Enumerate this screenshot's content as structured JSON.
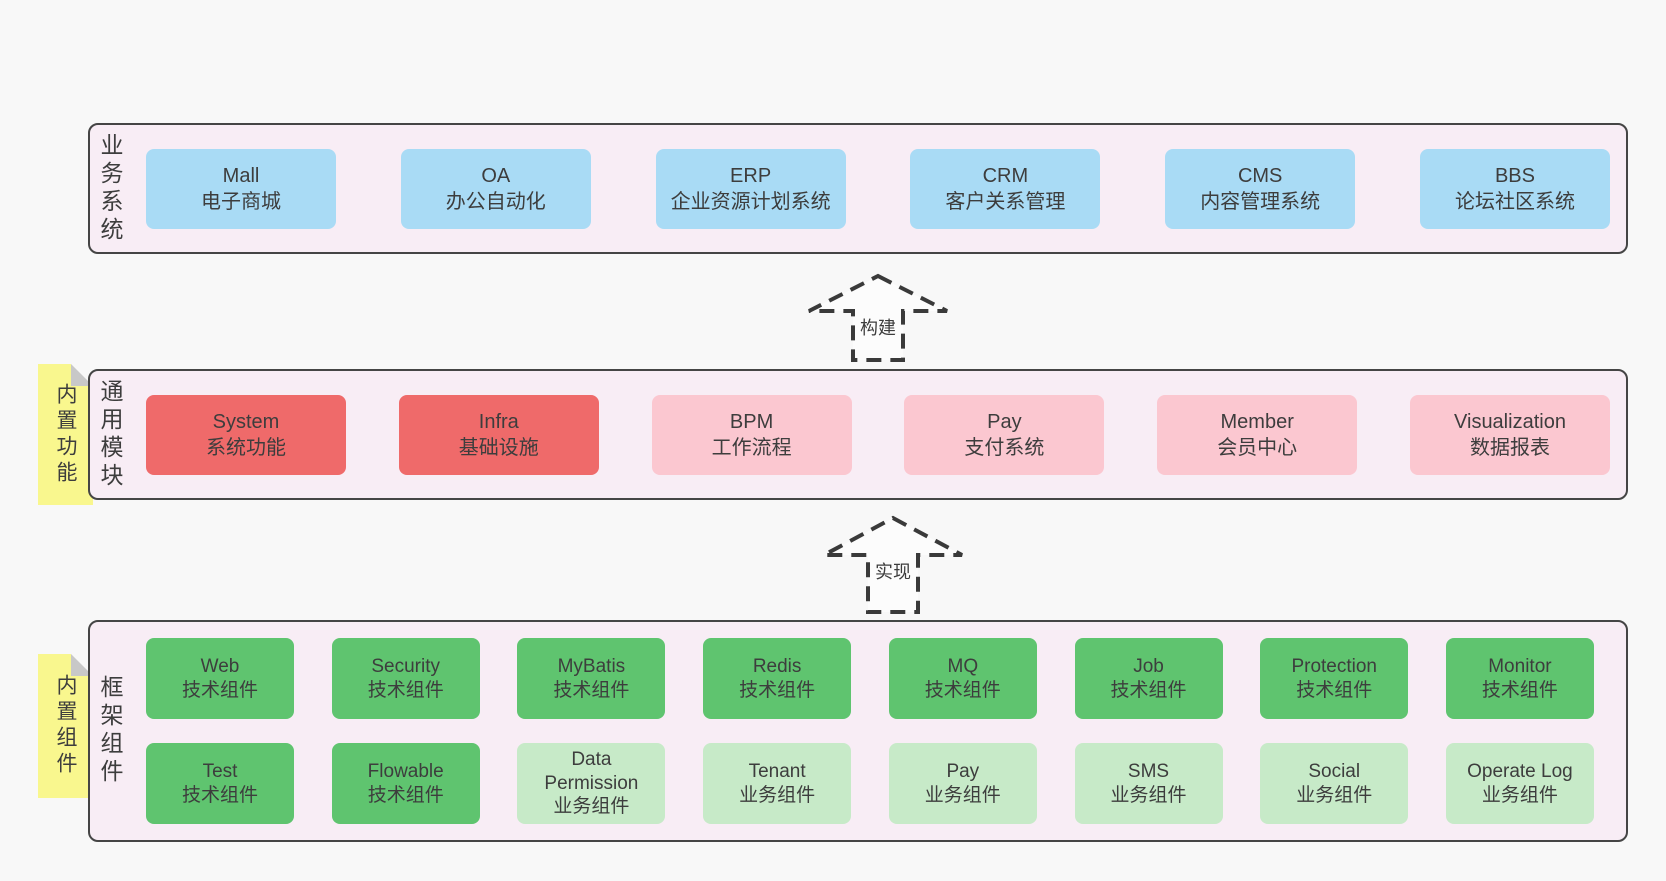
{
  "colors": {
    "page_bg": "#f8f8f8",
    "band_bg": "#f8edf5",
    "band_border": "#454545",
    "sticky_yellow": "#f9f78e",
    "sticky_fold": "#c8c8c8",
    "text": "#3d3d3d",
    "arrow_stroke": "#3a3a3a",
    "blue": "#a9dbf5",
    "red": "#ef6a6a",
    "pink": "#fbc7d0",
    "green_dark": "#5fc46f",
    "green_light": "#c7eac8"
  },
  "arrows": [
    {
      "label": "构建"
    },
    {
      "label": "实现"
    }
  ],
  "bands": [
    {
      "label": "业务系统",
      "boxes": [
        {
          "key": "mall",
          "name": "Mall",
          "desc": "电子商城",
          "variant": "blue"
        },
        {
          "key": "oa",
          "name": "OA",
          "desc": "办公自动化",
          "variant": "blue"
        },
        {
          "key": "erp",
          "name": "ERP",
          "desc": "企业资源计划系统",
          "variant": "blue"
        },
        {
          "key": "crm",
          "name": "CRM",
          "desc": "客户关系管理",
          "variant": "blue"
        },
        {
          "key": "cms",
          "name": "CMS",
          "desc": "内容管理系统",
          "variant": "blue"
        },
        {
          "key": "bbs",
          "name": "BBS",
          "desc": "论坛社区系统",
          "variant": "blue"
        }
      ]
    },
    {
      "label": "通用模块",
      "sticky": "内置功能",
      "boxes": [
        {
          "key": "system",
          "name": "System",
          "desc": "系统功能",
          "variant": "red"
        },
        {
          "key": "infra",
          "name": "Infra",
          "desc": "基础设施",
          "variant": "red"
        },
        {
          "key": "bpm",
          "name": "BPM",
          "desc": "工作流程",
          "variant": "pink"
        },
        {
          "key": "pay",
          "name": "Pay",
          "desc": "支付系统",
          "variant": "pink"
        },
        {
          "key": "member",
          "name": "Member",
          "desc": "会员中心",
          "variant": "pink"
        },
        {
          "key": "visualization",
          "name": "Visualization",
          "desc": "数据报表",
          "variant": "pink"
        }
      ]
    },
    {
      "label": "框架组件",
      "sticky": "内置组件",
      "rows": [
        [
          {
            "key": "web",
            "name": "Web",
            "desc": "技术组件",
            "variant": "green_dark"
          },
          {
            "key": "security",
            "name": "Security",
            "desc": "技术组件",
            "variant": "green_dark"
          },
          {
            "key": "mybatis",
            "name": "MyBatis",
            "desc": "技术组件",
            "variant": "green_dark"
          },
          {
            "key": "redis",
            "name": "Redis",
            "desc": "技术组件",
            "variant": "green_dark"
          },
          {
            "key": "mq",
            "name": "MQ",
            "desc": "技术组件",
            "variant": "green_dark"
          },
          {
            "key": "job",
            "name": "Job",
            "desc": "技术组件",
            "variant": "green_dark"
          },
          {
            "key": "protection",
            "name": "Protection",
            "desc": "技术组件",
            "variant": "green_dark"
          },
          {
            "key": "monitor",
            "name": "Monitor",
            "desc": "技术组件",
            "variant": "green_dark"
          }
        ],
        [
          {
            "key": "test",
            "name": "Test",
            "desc": "技术组件",
            "variant": "green_dark"
          },
          {
            "key": "flowable",
            "name": "Flowable",
            "desc": "技术组件",
            "variant": "green_dark"
          },
          {
            "key": "data-permission",
            "name": "Data Permission",
            "desc": "业务组件",
            "variant": "green_light"
          },
          {
            "key": "tenant",
            "name": "Tenant",
            "desc": "业务组件",
            "variant": "green_light"
          },
          {
            "key": "pay-component",
            "name": "Pay",
            "desc": "业务组件",
            "variant": "green_light"
          },
          {
            "key": "sms",
            "name": "SMS",
            "desc": "业务组件",
            "variant": "green_light"
          },
          {
            "key": "social",
            "name": "Social",
            "desc": "业务组件",
            "variant": "green_light"
          },
          {
            "key": "operate-log",
            "name": "Operate Log",
            "desc": "业务组件",
            "variant": "green_light"
          }
        ]
      ]
    }
  ]
}
